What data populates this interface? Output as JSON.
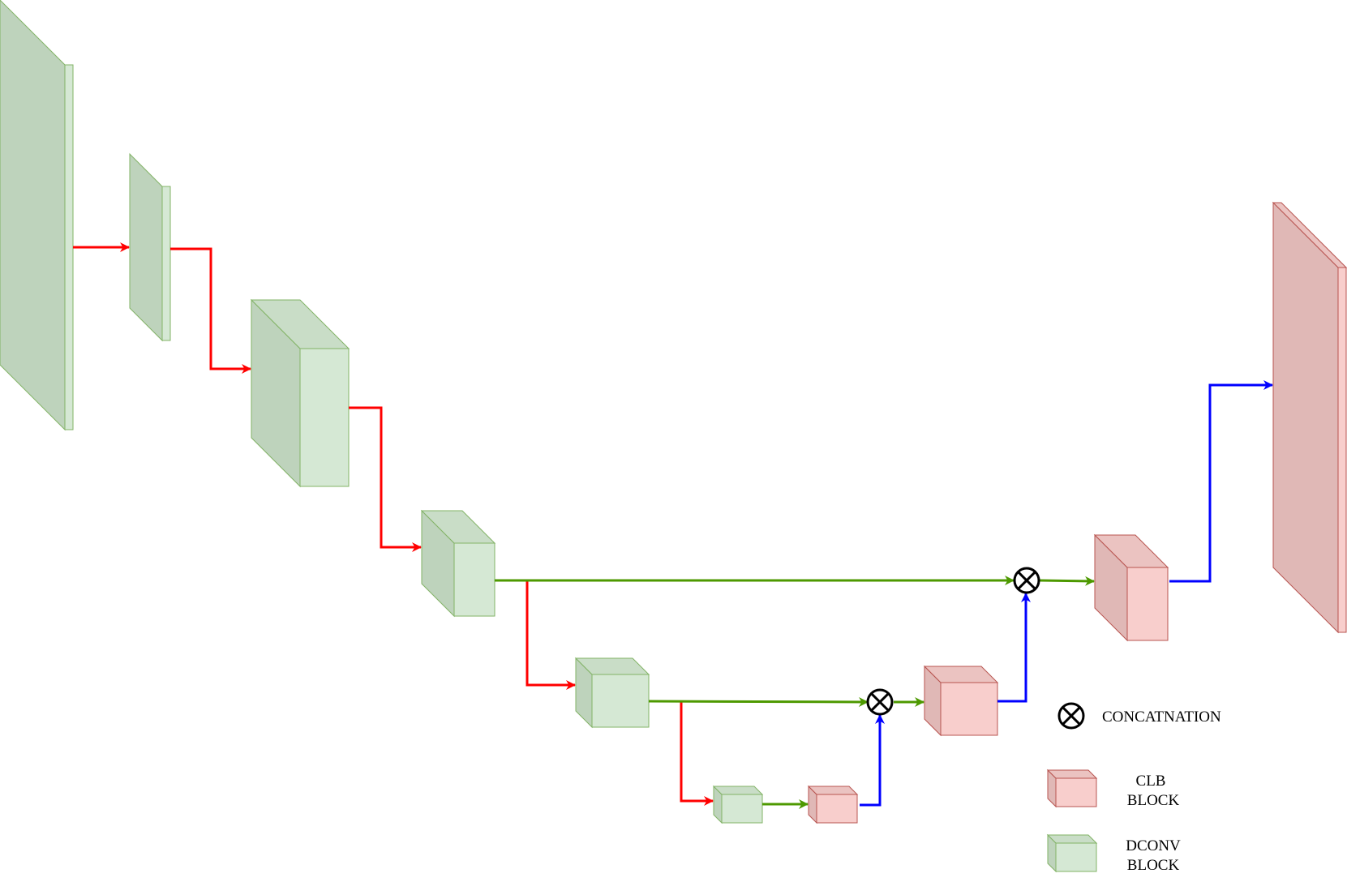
{
  "legend": {
    "concat_label": "CONCATNATION",
    "clb_line1": "CLB",
    "clb_line2": "BLOCK",
    "dconv_line1": "DCONV",
    "dconv_line2": "BLOCK"
  },
  "colors": {
    "dconv_fill": "#d5e8d4",
    "dconv_stroke": "#82b366",
    "clb_fill": "#f8cecc",
    "clb_stroke": "#b85450",
    "downsample_arrow": "#ff0000",
    "skip_arrow": "#4d9900",
    "upsample_arrow": "#0000ff"
  }
}
